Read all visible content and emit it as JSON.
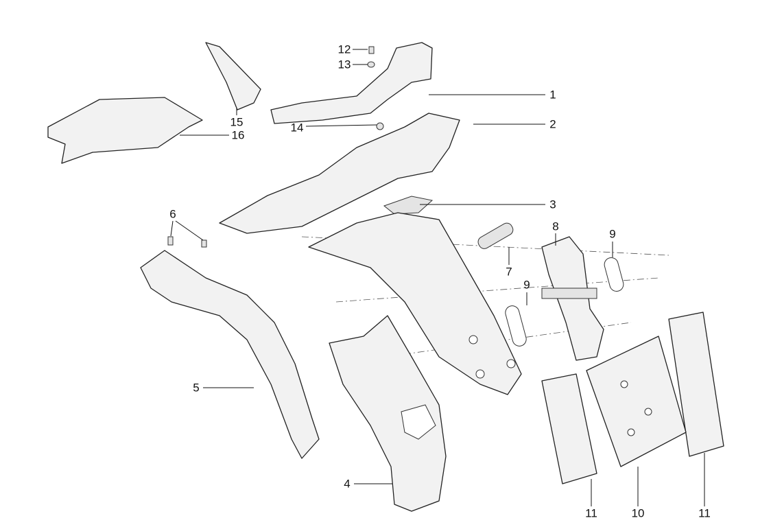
{
  "diagram": {
    "type": "exploded parts diagram",
    "callouts": [
      {
        "id": "1",
        "text": "1"
      },
      {
        "id": "2",
        "text": "2"
      },
      {
        "id": "3",
        "text": "3"
      },
      {
        "id": "4",
        "text": "4"
      },
      {
        "id": "5",
        "text": "5"
      },
      {
        "id": "6",
        "text": "6"
      },
      {
        "id": "7",
        "text": "7"
      },
      {
        "id": "8",
        "text": "8"
      },
      {
        "id": "9a",
        "text": "9"
      },
      {
        "id": "9b",
        "text": "9"
      },
      {
        "id": "10",
        "text": "10"
      },
      {
        "id": "11a",
        "text": "11"
      },
      {
        "id": "11b",
        "text": "11"
      },
      {
        "id": "12",
        "text": "12"
      },
      {
        "id": "13",
        "text": "13"
      },
      {
        "id": "14",
        "text": "14"
      },
      {
        "id": "15",
        "text": "15"
      },
      {
        "id": "16",
        "text": "16"
      }
    ]
  }
}
